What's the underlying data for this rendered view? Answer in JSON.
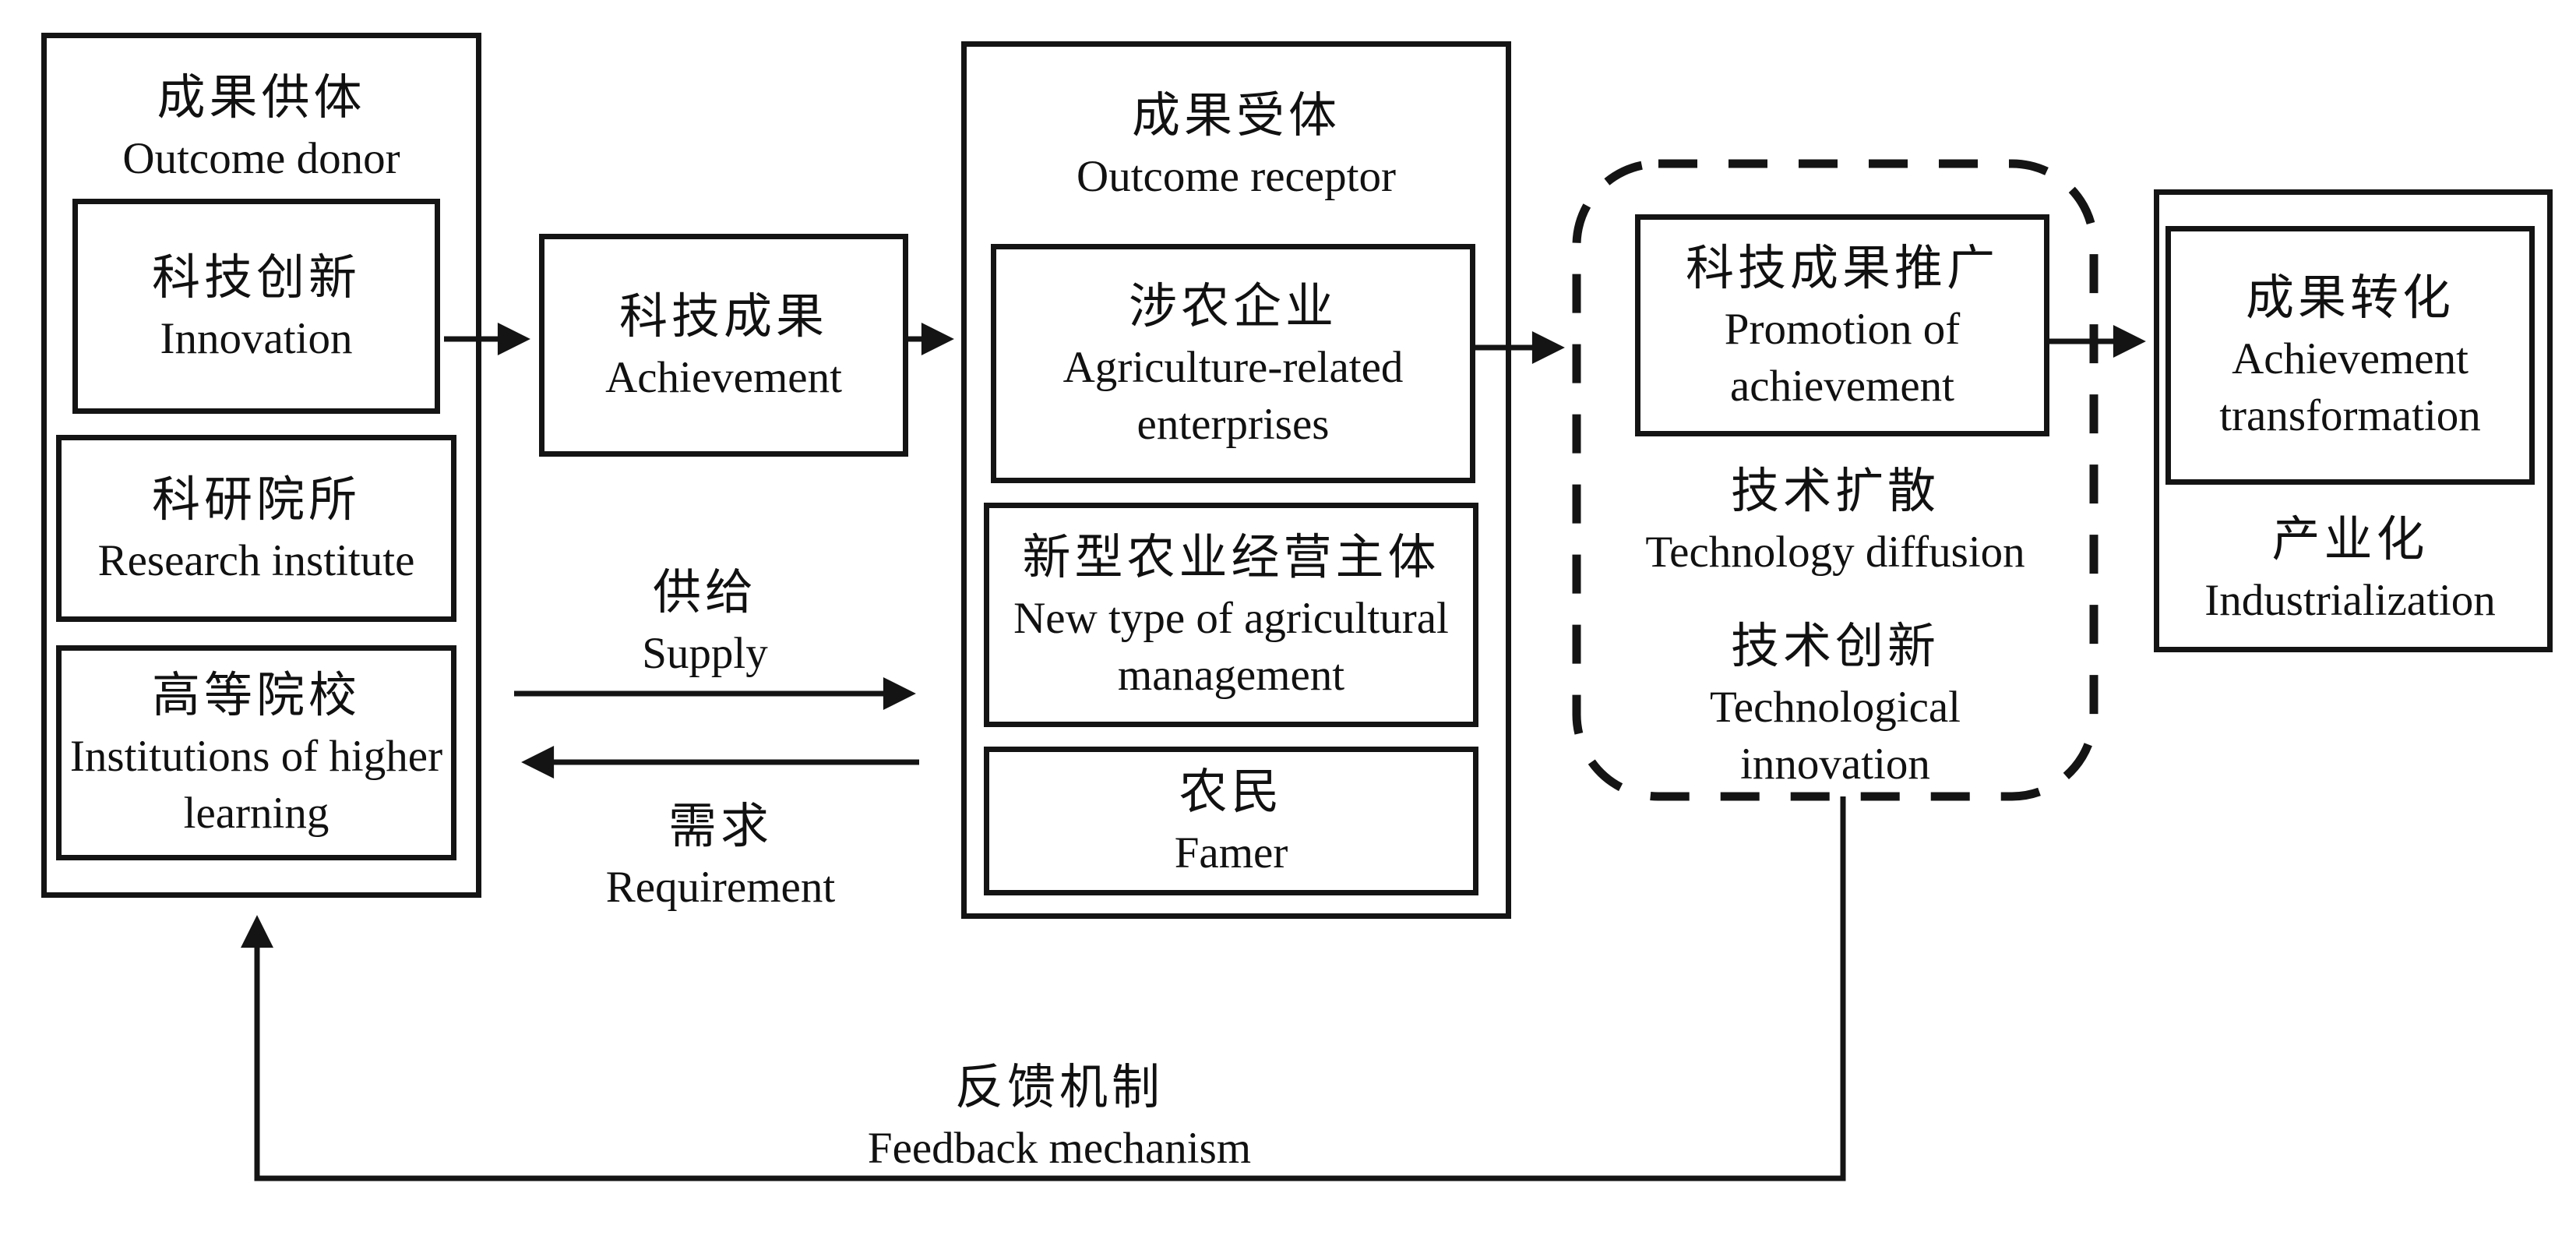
{
  "page": {
    "background": "#ffffff",
    "ink": "#141414",
    "description_zh": "农业科技成果转化流程图",
    "description_en": "Agricultural science and technology achievement transformation flow diagram"
  },
  "nodes": {
    "donor": {
      "zh": "成果供体",
      "en": "Outcome donor"
    },
    "innovation": {
      "zh": "科技创新",
      "en": "Innovation"
    },
    "research_institute": {
      "zh": "科研院所",
      "en": "Research institute"
    },
    "higher_learning": {
      "zh": "高等院校",
      "en": "Institutions of higher learning"
    },
    "achievement": {
      "zh": "科技成果",
      "en": "Achievement"
    },
    "receptor": {
      "zh": "成果受体",
      "en": "Outcome receptor"
    },
    "enterprises": {
      "zh": "涉农企业",
      "en": "Agriculture-related enterprises"
    },
    "new_agricultural_management": {
      "zh": "新型农业经营主体",
      "en": "New type of agricultural management"
    },
    "farmer": {
      "zh": "农民",
      "en": "Famer"
    },
    "promotion": {
      "zh": "科技成果推广",
      "en": "Promotion of achievement"
    },
    "technology_diffusion": {
      "zh": "技术扩散",
      "en": "Technology diffusion"
    },
    "technological_innovation": {
      "zh": "技术创新",
      "en": "Technological innovation"
    },
    "achievement_transformation": {
      "zh": "成果转化",
      "en": "Achievement transformation"
    },
    "industrialization": {
      "zh": "产业化",
      "en": "Industrialization"
    }
  },
  "edges": {
    "supply": {
      "zh": "供给",
      "en": "Supply"
    },
    "requirement": {
      "zh": "需求",
      "en": "Requirement"
    },
    "feedback": {
      "zh": "反馈机制",
      "en": "Feedback mechanism"
    }
  }
}
